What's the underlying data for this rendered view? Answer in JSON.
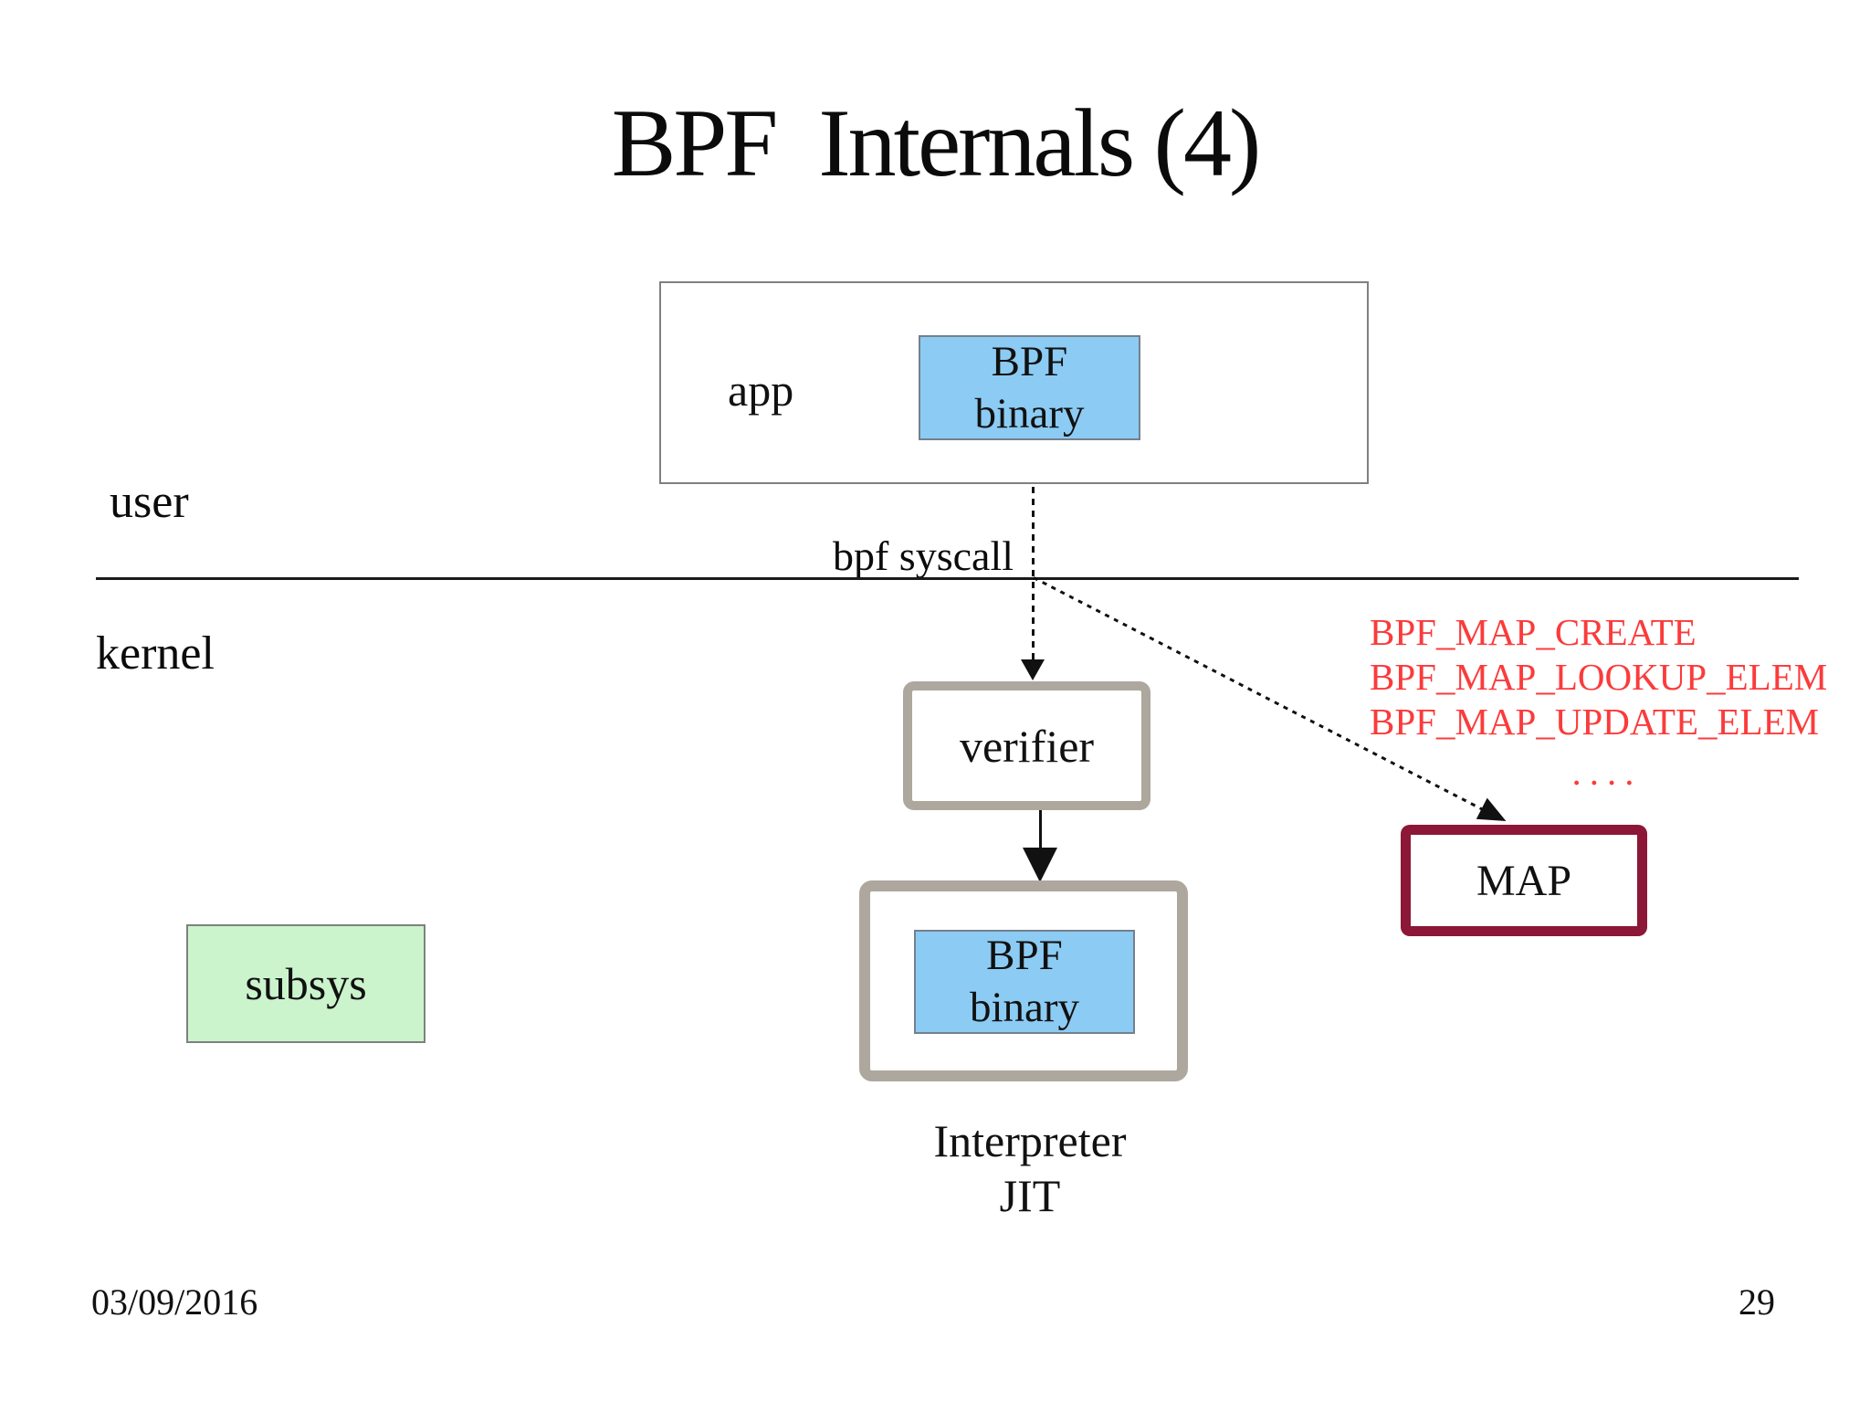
{
  "slide": {
    "title": "BPF  Internals (4)",
    "labels": {
      "user": "user",
      "kernel": "kernel",
      "bpf_syscall": "bpf syscall",
      "app": "app",
      "bpf_binary_line1": "BPF",
      "bpf_binary_line2": "binary",
      "verifier": "verifier",
      "interpreter": "Interpreter",
      "jit": "JIT",
      "subsys": "subsys",
      "map": "MAP"
    },
    "syscalls": [
      "BPF_MAP_CREATE",
      "BPF_MAP_LOOKUP_ELEM",
      "BPF_MAP_UPDATE_ELEM"
    ],
    "syscalls_more": "....",
    "footer": {
      "date": "03/09/2016",
      "page": "29"
    },
    "colors": {
      "blue_box": "#8CCBF3",
      "green_box": "#CBF3CC",
      "map_border": "#8C1737",
      "red_text": "#FB3B3B",
      "gray_border": "#ADA79E",
      "thin_border": "#808080"
    }
  }
}
